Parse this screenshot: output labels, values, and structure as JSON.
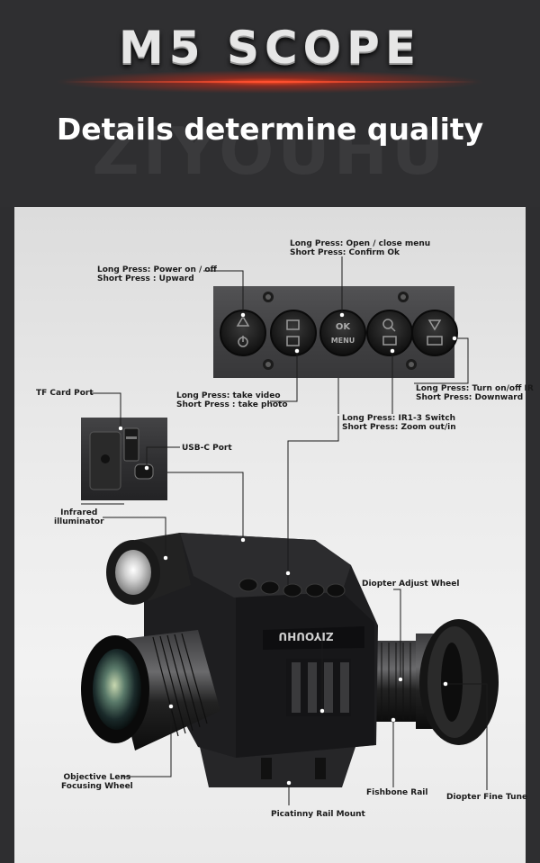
{
  "header": {
    "title": "M5 SCOPE",
    "watermark": "ZIYOUHU",
    "subtitle": "Details determine quality"
  },
  "device": {
    "brand_mark": "ZIYOUHU",
    "button_labels": {
      "ok": "OK",
      "menu": "MENU"
    }
  },
  "callouts": {
    "power": {
      "line1": "Long Press: Power on / off",
      "line2": "Short Press : Upward"
    },
    "ok": {
      "line1": "Long Press: Open / close menu",
      "line2": "Short Press: Confirm Ok"
    },
    "video": {
      "line1": "Long Press: take video",
      "line2": "Short Press : take photo"
    },
    "ir": {
      "line1": "Long Press: Turn on/off IR",
      "line2": "Short Press: Downward"
    },
    "zoom": {
      "line1": "Long Press: IR1-3 Switch",
      "line2": "Short Press: Zoom out/in"
    },
    "tf_card": "TF Card Port",
    "usb_c": "USB-C Port",
    "infrared_1": "Infrared",
    "infrared_2": "illuminator",
    "diopter_wheel": "Diopter Adjust Wheel",
    "objective_1": "Objective Lens",
    "objective_2": "Focusing Wheel",
    "fishbone": "Fishbone Rail",
    "diopter_fine": "Diopter Fine Tune",
    "picatinny": "Picatinny Rail Mount"
  }
}
